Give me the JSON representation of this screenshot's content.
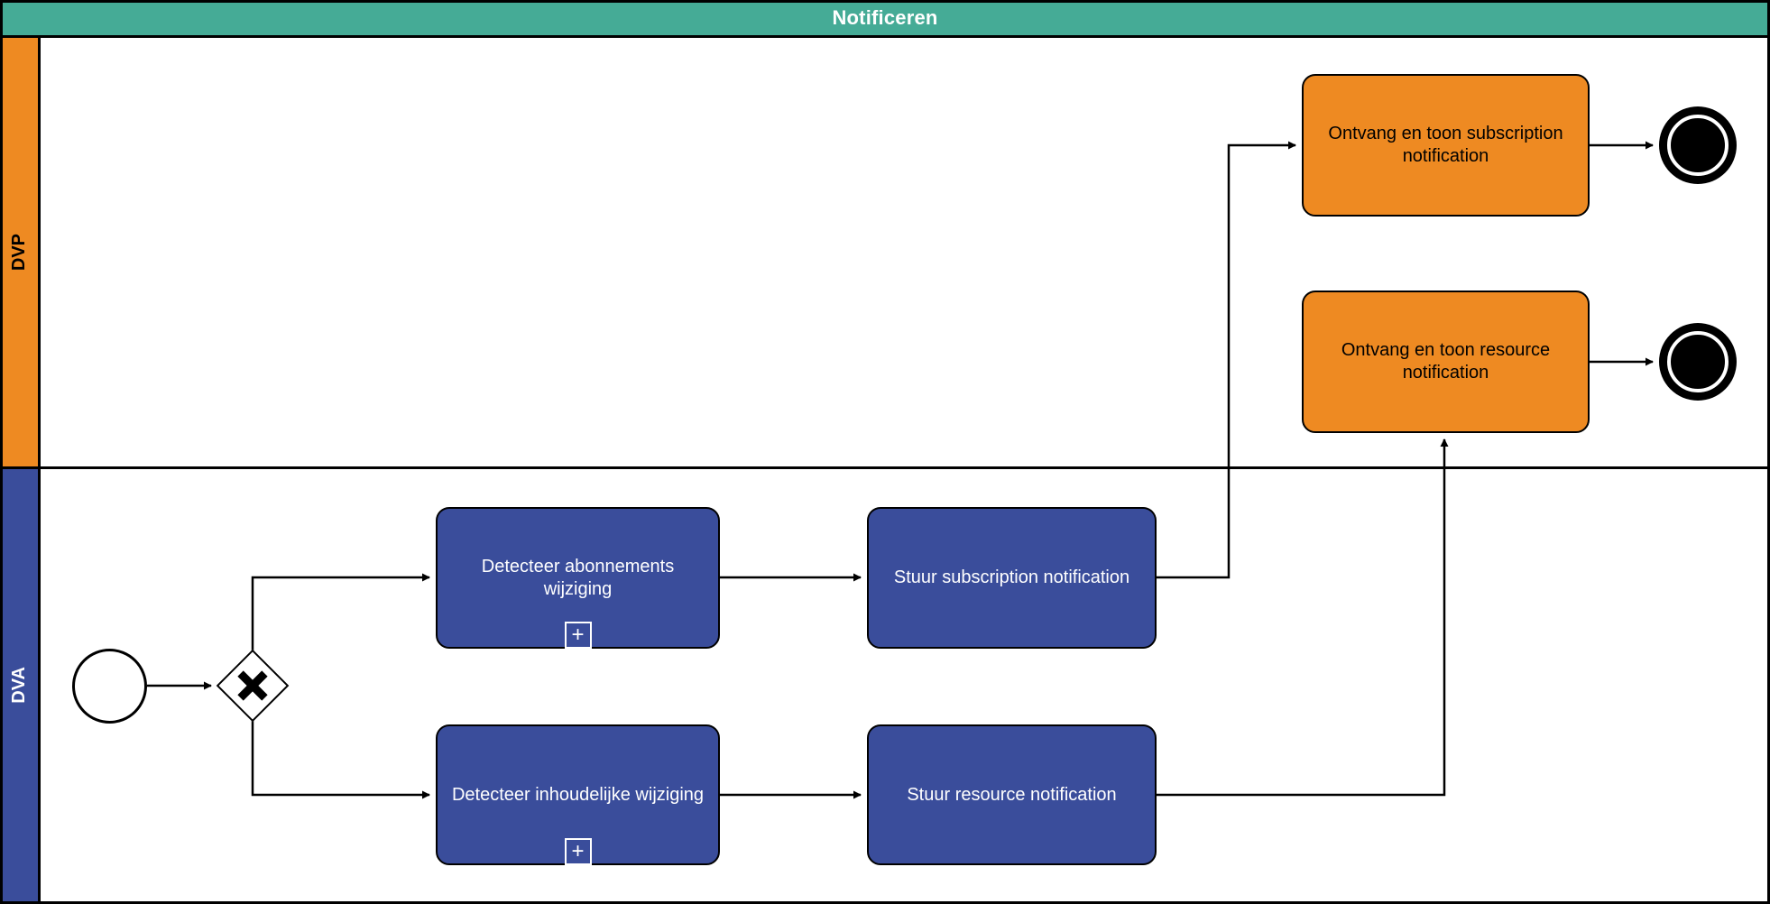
{
  "pool": {
    "title": "Notificeren"
  },
  "lanes": [
    {
      "label": "DVP"
    },
    {
      "label": "DVA"
    }
  ],
  "colors": {
    "header_bg": "#45AB96",
    "dvp_color": "#EE8A22",
    "dva_color": "#3A4D9B",
    "line": "#000000"
  },
  "nodes": {
    "start": {
      "type": "start-event"
    },
    "gateway": {
      "type": "exclusive-gateway"
    },
    "detecteer_abonnements": {
      "label": "Detecteer abonnements wijziging",
      "marker": "+"
    },
    "detecteer_inhoudelijke": {
      "label": "Detecteer inhoudelijke wijziging",
      "marker": "+"
    },
    "stuur_subscription": {
      "label": "Stuur subscription notification"
    },
    "stuur_resource": {
      "label": "Stuur resource notification"
    },
    "ontvang_subscription": {
      "label": "Ontvang en toon subscription notification"
    },
    "ontvang_resource": {
      "label": "Ontvang en toon resource notification"
    }
  }
}
